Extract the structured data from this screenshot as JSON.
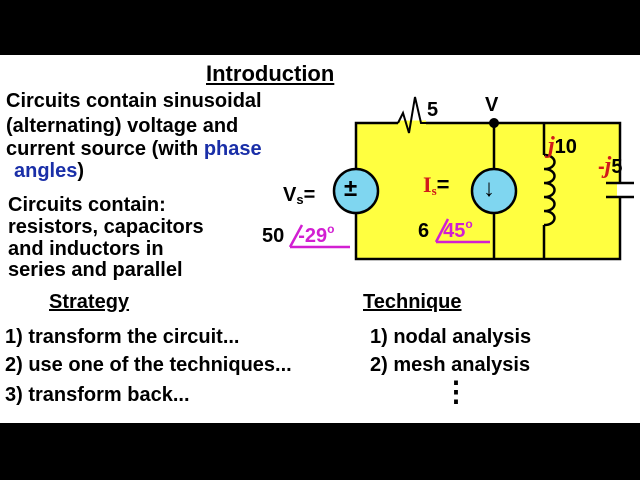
{
  "title": "Introduction",
  "intro": {
    "line1": "Circuits contain sinusoidal",
    "line2": "(alternating) voltage and",
    "line3_pre": "current source (with ",
    "line3_hl": "phase",
    "line4_hl": "angles",
    "line4_post": ")"
  },
  "components": {
    "line1": "Circuits contain:",
    "line2": "resistors, capacitors",
    "line3": "and inductors in",
    "line4": "series and parallel"
  },
  "strategy": {
    "heading": "Strategy",
    "items": [
      "1) transform the circuit...",
      "2) use one of the techniques...",
      "3) transform back..."
    ]
  },
  "technique": {
    "heading": "Technique",
    "items": [
      "1) nodal analysis",
      "2) mesh analysis"
    ],
    "more": "⋮"
  },
  "circuit": {
    "resistor_value": "5",
    "node_label": "V",
    "vs_label": "V",
    "vs_sub": "s",
    "vs_eq": "=",
    "vs_mag": "50",
    "vs_angle": "-29",
    "vs_deg": "o",
    "vs_symbol": "±",
    "is_label": "I",
    "is_sub": "s",
    "is_eq": "=",
    "is_mag": "6",
    "is_angle": "45",
    "is_deg": "o",
    "is_symbol": "↓",
    "ind_j": "j",
    "ind_val": "10",
    "cap_sign": "-",
    "cap_j": "j",
    "cap_val": "5"
  },
  "colors": {
    "background": "#000000",
    "slide": "#ffffff",
    "circuit_fill": "#ffff40",
    "source_fill": "#7fd6f0",
    "phase_blue": "#1a2fa8",
    "j_red": "#d11a1a",
    "angle_magenta": "#d21fd2"
  }
}
